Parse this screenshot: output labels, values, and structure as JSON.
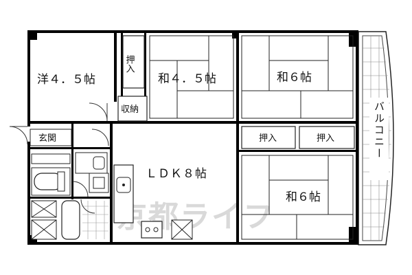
{
  "rooms": {
    "western": "洋４．５帖",
    "japanese_small": "和４．５帖",
    "japanese_north": "和６帖",
    "japanese_south": "和６帖",
    "ldk": "ＬＤＫ８帖"
  },
  "storage": {
    "oshiire_top": "押入",
    "oshiire_mid_left": "押入",
    "oshiire_mid_right": "押入",
    "closet": "収納"
  },
  "entrance": "玄関",
  "balcony": "バルコニー",
  "watermark": "京都ライフ",
  "colors": {
    "wall": "#000000",
    "line": "#222222",
    "watermark": "#d9d9d9",
    "background": "#ffffff"
  }
}
